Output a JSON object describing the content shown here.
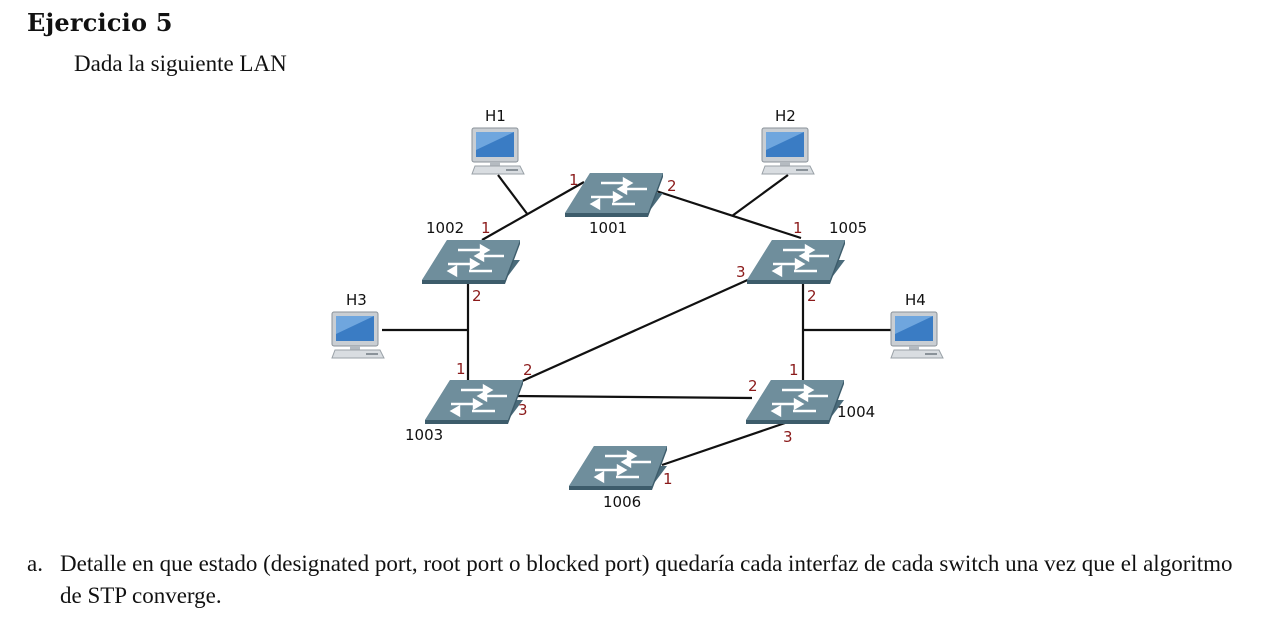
{
  "exercise": {
    "title": "Ejercicio 5",
    "intro": "Dada la siguiente LAN"
  },
  "diagram": {
    "switches": [
      {
        "id": "1001",
        "label": "1001"
      },
      {
        "id": "1002",
        "label": "1002"
      },
      {
        "id": "1003",
        "label": "1003"
      },
      {
        "id": "1004",
        "label": "1004"
      },
      {
        "id": "1005",
        "label": "1005"
      },
      {
        "id": "1006",
        "label": "1006"
      }
    ],
    "hosts": [
      {
        "id": "H1",
        "label": "H1"
      },
      {
        "id": "H2",
        "label": "H2"
      },
      {
        "id": "H3",
        "label": "H3"
      },
      {
        "id": "H4",
        "label": "H4"
      }
    ],
    "ports": {
      "sw1001_p1": "1",
      "sw1001_p2": "2",
      "sw1002_p1": "1",
      "sw1002_p2": "2",
      "sw1005_p1": "1",
      "sw1005_p2": "2",
      "sw1005_p3": "3",
      "sw1003_p1": "1",
      "sw1003_p2": "2",
      "sw1003_p3": "3",
      "sw1004_p1": "1",
      "sw1004_p2": "2",
      "sw1004_p3": "3",
      "sw1006_p1": "1"
    },
    "colors": {
      "switch_top": "#6f8e9c",
      "switch_side": "#4a6b7a",
      "port_label": "#8b1a1a",
      "monitor_screen": "#3a7cc4"
    }
  },
  "question": {
    "marker": "a.",
    "text": "Detalle en que estado (designated port, root port o blocked port) quedaría cada interfaz de cada switch una vez que el algoritmo de STP converge."
  }
}
